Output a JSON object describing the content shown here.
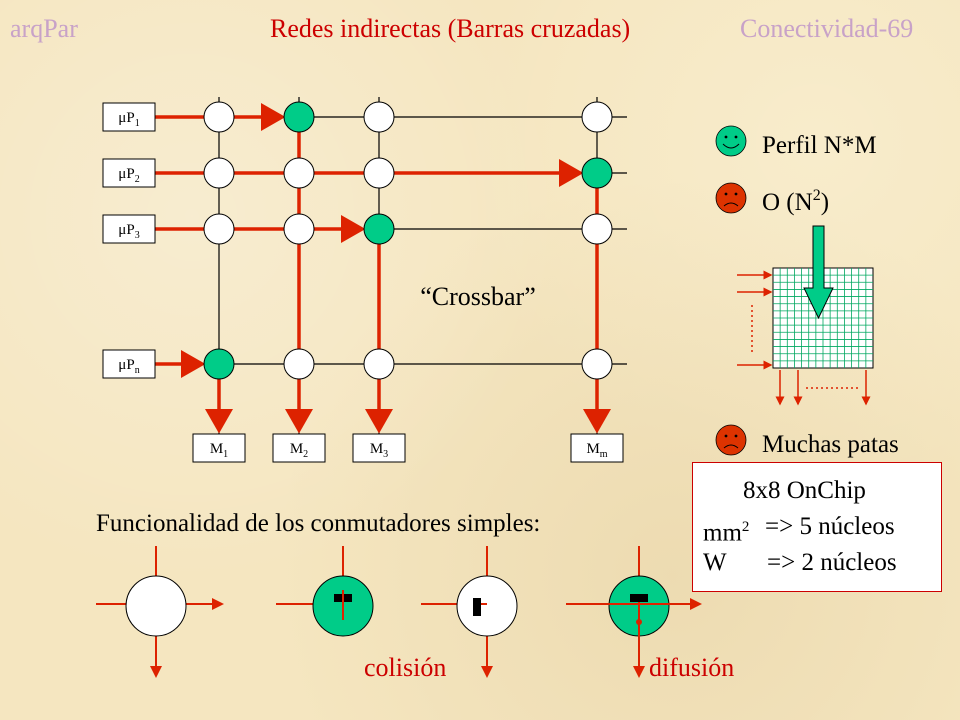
{
  "header": {
    "left": "arqPar",
    "center": "Redes indirectas (Barras cruzadas)",
    "right": "Conectividad-69"
  },
  "colors": {
    "title": "#cc0000",
    "header_side": "#c8a2c8",
    "active_switch": "#00cc88",
    "path": "#dd2200",
    "happy_face": "#00cc88",
    "sad_face": "#dd3300",
    "grid_line": "#00a860"
  },
  "processors": [
    {
      "base": "μP",
      "sub": "1"
    },
    {
      "base": "μP",
      "sub": "2"
    },
    {
      "base": "μP",
      "sub": "3"
    },
    {
      "base": "μP",
      "sub": "n"
    }
  ],
  "memories": [
    {
      "base": "M",
      "sub": "1"
    },
    {
      "base": "M",
      "sub": "2"
    },
    {
      "base": "M",
      "sub": "3"
    },
    {
      "base": "M",
      "sub": "m"
    }
  ],
  "crossbar_label": "“Crossbar”",
  "active_switches": [
    [
      0,
      1
    ],
    [
      1,
      3
    ],
    [
      2,
      2
    ],
    [
      3,
      0
    ]
  ],
  "properties": [
    {
      "icon": "happy-face-icon",
      "text": "Perfil N*M"
    },
    {
      "icon": "sad-face-icon",
      "text": "O (N",
      "sup": "2",
      "text_after": ")"
    },
    {
      "icon": "sad-face-icon",
      "text": "Muchas patas"
    }
  ],
  "notes": {
    "line1": "8x8 OnChip",
    "line2_unit": "mm",
    "line2_sup": "2",
    "line2_value": "=> 5 núcleos",
    "line3_unit": "W",
    "line3_value": "=> 2 núcleos"
  },
  "switch_functions": {
    "title": "Funcionalidad de los conmutadores simples:",
    "labels": [
      "colisión",
      "difusión"
    ]
  }
}
